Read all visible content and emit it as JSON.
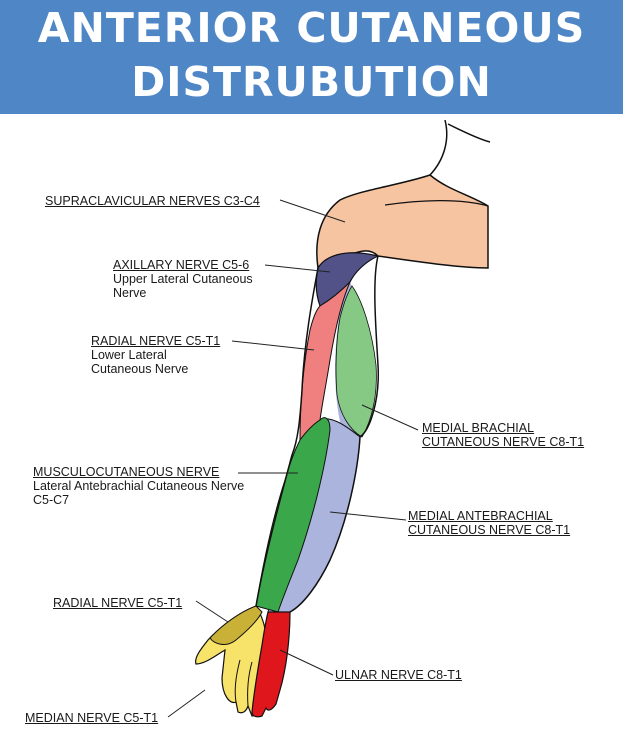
{
  "header": {
    "title_line1": "ANTERIOR CUTANEOUS",
    "title_line2": "DISTRUBUTION"
  },
  "labels": {
    "supraclavicular": {
      "heading": "SUPRACLAVICULAR NERVES C3-C4"
    },
    "axillary": {
      "heading": "AXILLARY NERVE C5-6",
      "sub1": "Upper Lateral Cutaneous",
      "sub2": "Nerve"
    },
    "radial_upper": {
      "heading": "RADIAL NERVE C5-T1",
      "sub1": "Lower Lateral",
      "sub2": "Cutaneous Nerve"
    },
    "medial_brachial": {
      "heading1": "MEDIAL BRACHIAL",
      "heading2": "CUTANEOUS NERVE C8-T1"
    },
    "musculocutaneous": {
      "heading": "MUSCULOCUTANEOUS NERVE",
      "sub1": "Lateral Antebrachial Cutaneous Nerve",
      "sub2": "C5-C7"
    },
    "medial_antebrachial": {
      "heading1": "MEDIAL ANTEBRACHIAL",
      "heading2": "CUTANEOUS NERVE C8-T1"
    },
    "radial_hand": {
      "heading": "RADIAL NERVE C5-T1"
    },
    "ulnar": {
      "heading": "ULNAR NERVE C8-T1"
    },
    "median": {
      "heading": "MEDIAN NERVE C5-T1"
    }
  },
  "colors": {
    "banner": "#4f86c6",
    "supraclavicular": "#f7c4a1",
    "axillary": "#525289",
    "radial_upper": "#f08080",
    "medial_brachial": "#85c985",
    "musculocutaneous": "#3aa84a",
    "medial_antebrachial": "#aab4dc",
    "radial_hand": "#c9b036",
    "median": "#f7e26a",
    "ulnar": "#e0161d"
  }
}
